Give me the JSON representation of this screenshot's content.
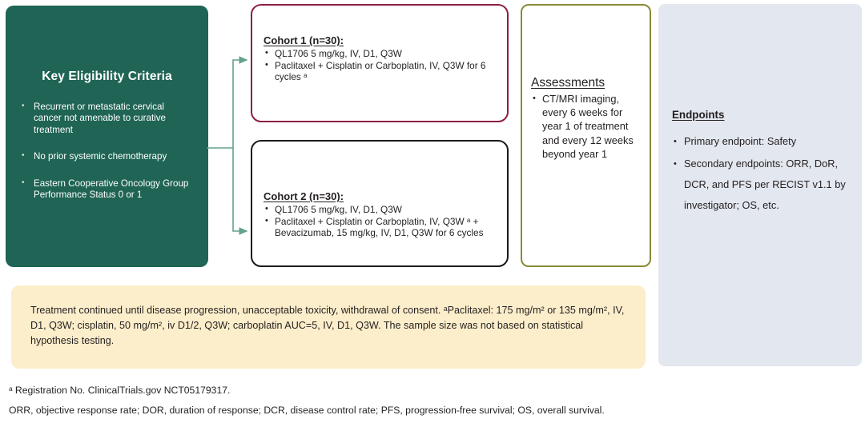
{
  "eligibility": {
    "title": "Key Eligibility Criteria",
    "items": [
      "Recurrent or metastatic cervical cancer not amenable to curative treatment",
      "No prior systemic chemotherapy",
      "Eastern Cooperative Oncology Group Performance Status 0 or 1"
    ]
  },
  "cohorts": [
    {
      "heading": "Cohort 1 (n=30):",
      "items": [
        "QL1706 5 mg/kg, IV, D1, Q3W",
        "Paclitaxel + Cisplatin or Carboplatin, IV, Q3W for 6 cycles ᵃ"
      ],
      "border_color": "#8c1f47"
    },
    {
      "heading": "Cohort 2 (n=30):",
      "items": [
        "QL1706 5 mg/kg, IV, D1, Q3W",
        "Paclitaxel + Cisplatin or Carboplatin, IV, Q3W ᵃ + Bevacizumab, 15 mg/kg, IV, D1, Q3W for 6 cycles"
      ],
      "border_color": "#1a1a1a"
    }
  ],
  "assessments": {
    "heading": "Assessments",
    "items": [
      "CT/MRI imaging, every 6 weeks for year 1 of treatment and every 12 weeks beyond year 1"
    ],
    "border_color": "#8a8a35"
  },
  "endpoints": {
    "heading": "Endpoints",
    "items": [
      "Primary endpoint: Safety",
      "Secondary endpoints: ORR, DoR, DCR, and PFS per RECIST v1.1 by investigator; OS, etc."
    ],
    "background_color": "#e3e7ef"
  },
  "note": {
    "text": "Treatment continued until disease progression, unacceptable toxicity, withdrawal of consent. ᵃPaclitaxel: 175 mg/m² or 135 mg/m², IV, D1, Q3W; cisplatin, 50 mg/m², iv D1/2, Q3W; carboplatin AUC=5, IV, D1, Q3W. The sample size was not based on statistical hypothesis testing.",
    "background_color": "#fdeecb"
  },
  "footnotes": [
    "ᵃ Registration No. ClinicalTrials.gov NCT05179317.",
    "ORR, objective response rate; DOR, duration of response; DCR, disease control rate; PFS, progression-free survival; OS, overall survival."
  ],
  "colors": {
    "eligibility_panel": "#1f6455",
    "connector": "#63a18f"
  }
}
